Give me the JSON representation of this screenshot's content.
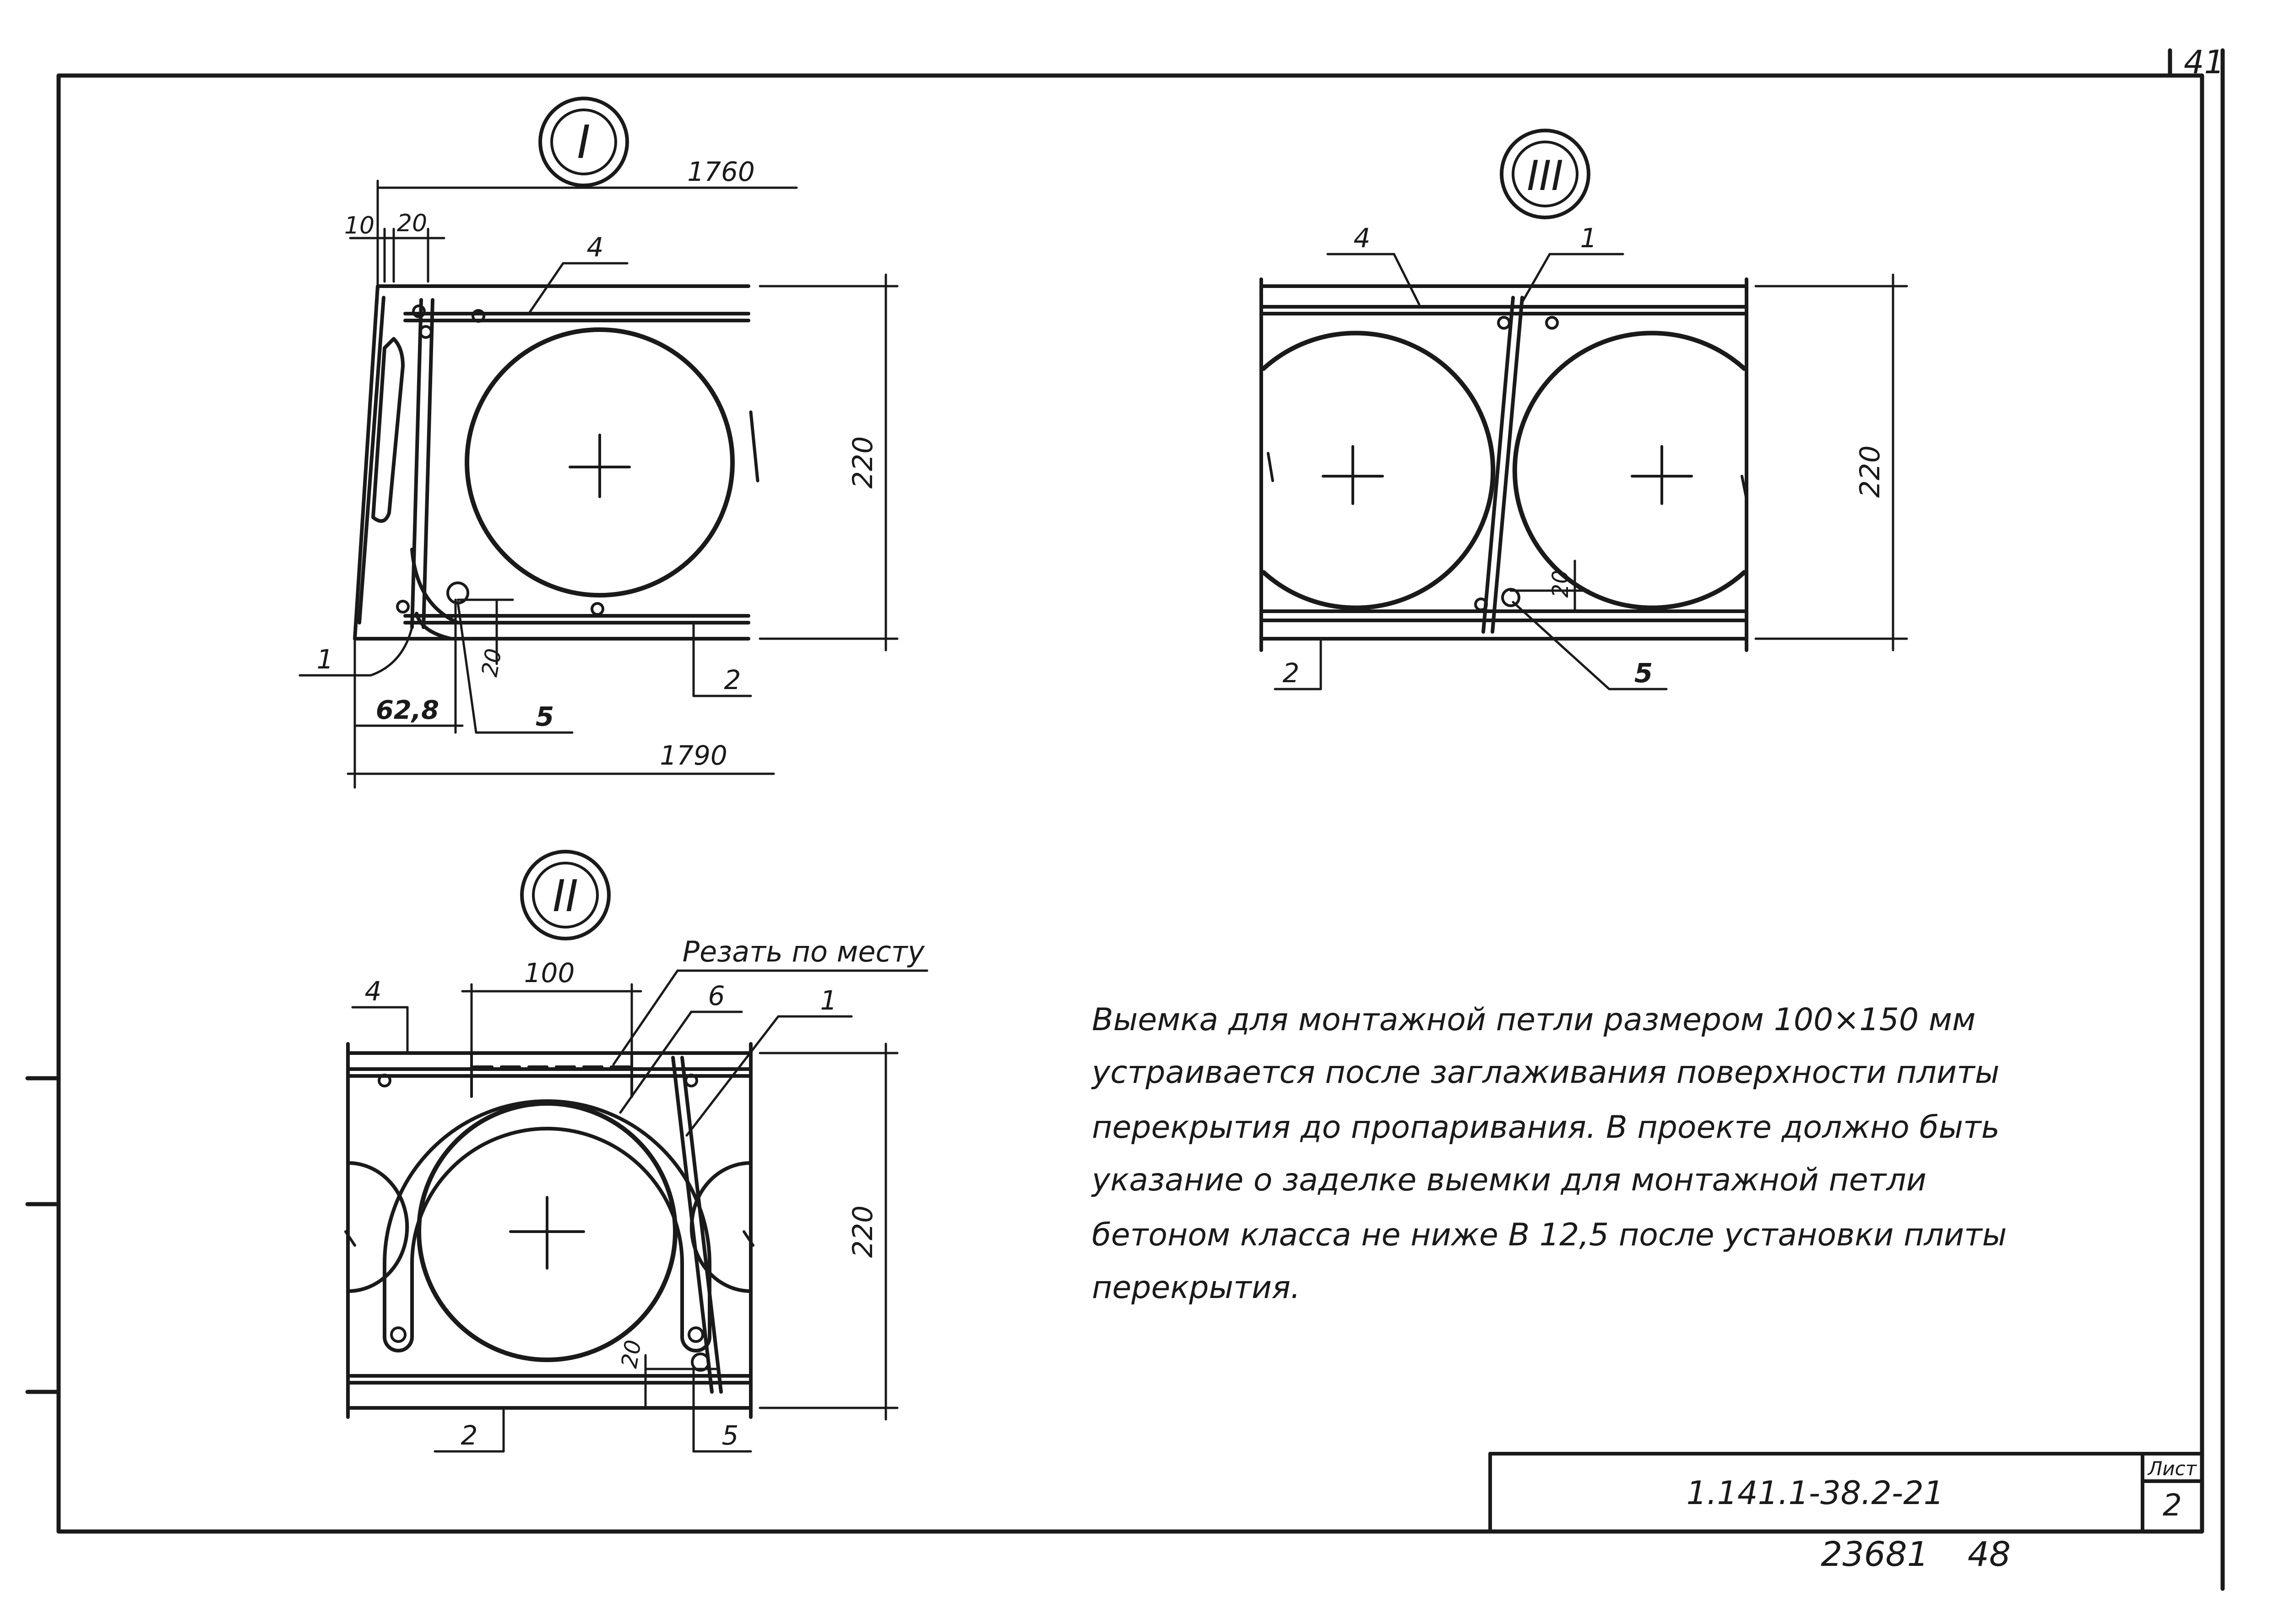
{
  "corner_page": "41",
  "section_1": {
    "marker": "I",
    "dim_top": "1760",
    "dim_10": "10",
    "dim_20": "20",
    "dim_height": "220",
    "dim_20_small": "20",
    "dim_628": "62,8",
    "dim_bottom": "1790",
    "pos_1": "1",
    "pos_2": "2",
    "pos_4": "4",
    "pos_5": "5"
  },
  "section_2": {
    "marker": "II",
    "cut_note": "Резать по месту",
    "dim_100": "100",
    "dim_height": "220",
    "dim_20": "20",
    "pos_1": "1",
    "pos_2": "2",
    "pos_4": "4",
    "pos_5": "5",
    "pos_6": "6"
  },
  "section_3": {
    "marker": "III",
    "dim_height": "220",
    "dim_20": "20",
    "pos_1": "1",
    "pos_2": "2",
    "pos_4": "4",
    "pos_5": "5"
  },
  "note": {
    "lines": [
      "Выемка для монтажной петли размером 100×150 мм",
      "устраивается после заглаживания поверхности плиты",
      "перекрытия до пропаривания. В проекте должно быть",
      "указание о заделке выемки для монтажной петли",
      "бетоном класса не ниже В 12,5 после установки плиты",
      "перекрытия."
    ]
  },
  "title_block": {
    "code": "1.141.1-38.2-21",
    "sheet_label": "Лист",
    "sheet_number": "2"
  },
  "archive_number": "23681",
  "archive_suffix": "48"
}
